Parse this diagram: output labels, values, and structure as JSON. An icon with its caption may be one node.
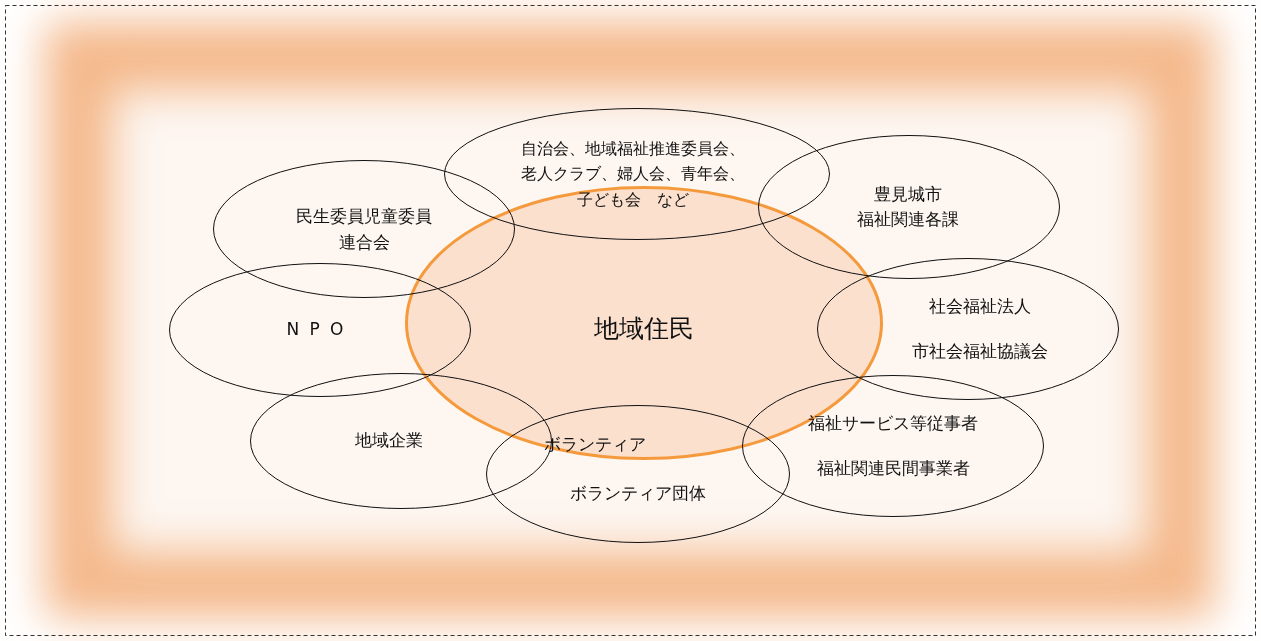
{
  "diagram": {
    "nodes": [
      {
        "text": [
          "地域住民"
        ]
      },
      {
        "text": [
          "自治会、地域福祉推進委員会、老人クラブ、婦人会、青年会、子ども会　など"
        ]
      },
      {
        "text": [
          "民生委員児童委員連合会"
        ]
      },
      {
        "text": [
          "豊見城市",
          "福祉関連各課"
        ]
      },
      {
        "text": [
          "NPO"
        ]
      },
      {
        "text": [
          "社会福祉法人",
          "市社会福祉協議会"
        ]
      },
      {
        "text": [
          "地域企業"
        ]
      },
      {
        "text": [
          "ボランティア",
          "ボランティア団体"
        ]
      },
      {
        "text": [
          "福祉サービス等従事者",
          "福祉関連民間事業者"
        ]
      }
    ],
    "edges": []
  }
}
